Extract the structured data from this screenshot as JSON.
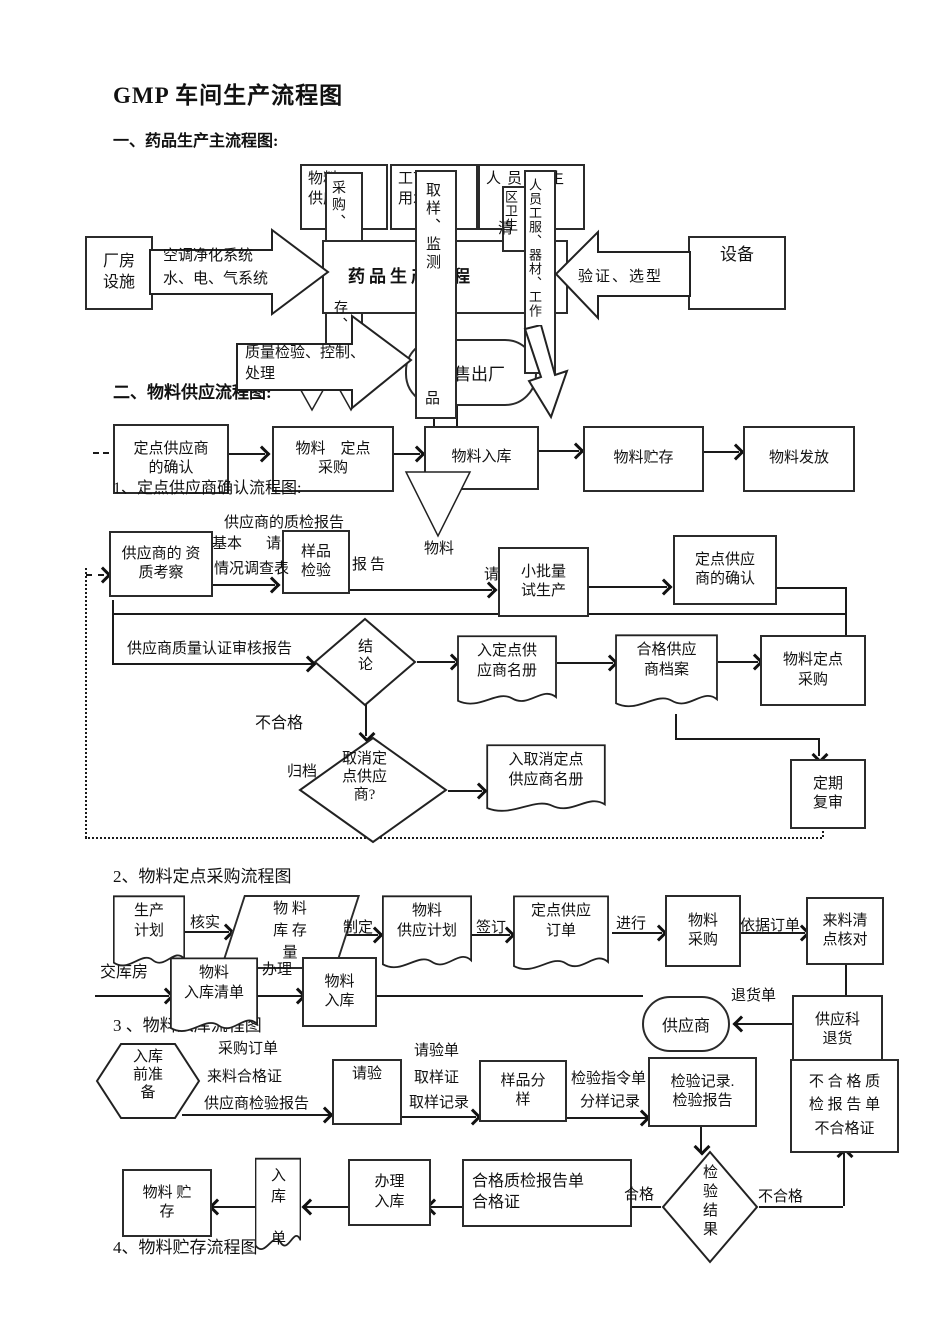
{
  "page": {
    "title": "GMP 车间生产流程图",
    "h_main": "一、药品生产主流程图:",
    "h_supply": "二、物料供应流程图:",
    "h_confirm": "1、定点供应商确认流程图:",
    "h_purchase": "2、物料定点采购流程图",
    "h_storein": "3 、物料入库流程图",
    "h_storage": "4、物料贮存流程图"
  },
  "d1": {
    "top_box1": "物料\n供应",
    "top_box2": "工艺\n用水",
    "top_box3": "人员卫生",
    "qing": "清",
    "v_purchase_top": "采购、",
    "v_purchase_bottom": "存、",
    "v_sampling": "取样、监测",
    "v_zone": "区卫生",
    "v_staff": "人员工服、器材、工作",
    "factory": "厂房\n设施",
    "factory_arrow1": "空调净化系统",
    "factory_arrow2": "水、电、气系统",
    "main_process": "药品生产过程",
    "equipment": "设备",
    "equipment_arrow": "验证、选型",
    "quality_arrow1": "质量检验、控制、",
    "quality_arrow2": "处理",
    "ship": "销售出厂",
    "pin": "品",
    "material_lbl": "物料"
  },
  "row2": {
    "b1": "定点供应商\n的确认",
    "b2": "物料　定点\n采购",
    "b3": "物料入库",
    "b4": "物料贮存",
    "b5": "物料发放"
  },
  "cf": {
    "qualification": "供应商的 资\n质考察",
    "qc_report_top": "供应商的质检报告",
    "basic": "基本",
    "survey": "情况调查表",
    "qing1": "请",
    "sample_test": "样品\n检验",
    "report": "报告",
    "qing2": "请",
    "pilot": "小批量\n试生产",
    "confirm": "定点供应\n商的确认",
    "audit": "供应商质量认证审核报告",
    "conclusion": "结论",
    "roster": "入定点供\n应商名册",
    "archive_doc": "合格供应\n商档案",
    "purchase": "物料定点\n采购",
    "review": "定期\n复审",
    "fail": "不合格",
    "guidang": "归档",
    "cancel_q": "取消定\n点供应\n商?",
    "cancel_roster": "入取消定点\n供应商名册"
  },
  "pf": {
    "plan": "生产\n计划",
    "verify": "核实",
    "stock": "物 料\n库 存\n量",
    "draw": "制定",
    "supply_plan": "物料\n供应计划",
    "sign": "签订",
    "order": "定点供应\n订单",
    "do": "进行",
    "buy": "物料\n采购",
    "per_order": "依据订单",
    "check": "来料清\n点核对",
    "to_store": "交库房",
    "list": "物料\n入库清单",
    "handle": "办理",
    "instore": "物料\n入库"
  },
  "sf": {
    "prep": "入库\n前准\n备",
    "lbl1": "采购订单",
    "lbl2": "来料合格证",
    "lbl3": "供应商检验报告",
    "request": "请验",
    "lbl4": "请验单",
    "lbl5": "取样证",
    "lbl6": "取样记录",
    "split": "样品分\n样",
    "lbl7": "检验指令单",
    "lbl8": "分样记录",
    "record": "检验记录.\n检验报告",
    "supplier": "供应商",
    "return_note": "退货单",
    "return_dept": "供应科\n退货",
    "fail_docs": "不 合 格 质\n检 报 告 单\n不合格证"
  },
  "bf": {
    "result": "检验结果",
    "pass": "合格",
    "fail": "不合格",
    "pass_docs": "合格质检报告单\n合格证",
    "handle_in": "办理\n入库",
    "in_note": "入库　单",
    "storage": "物料 贮\n存"
  }
}
